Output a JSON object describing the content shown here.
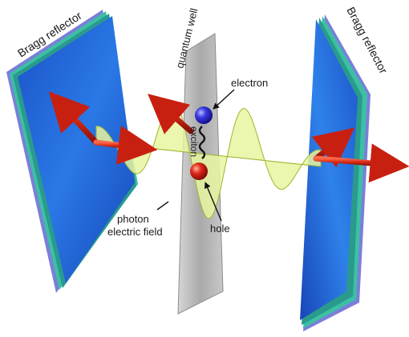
{
  "labels": {
    "bragg_left": "Bragg reflector",
    "bragg_right": "Bragg reflector",
    "quantum_well": "quantum well",
    "electron": "electron",
    "exciton": "exciton",
    "hole": "hole",
    "photon_line1": "photon",
    "photon_line2": "electric field"
  },
  "colors": {
    "mirror_blue": "#1f5fd6",
    "mirror_edge": "#35b8a0",
    "quantum_well": "#b8b8b8",
    "wave_fill": "#e8f5a0",
    "wave_stroke": "#9fb530",
    "arrow": "#d42a14",
    "electron": "#2b2bd0",
    "hole": "#d01a1a"
  }
}
